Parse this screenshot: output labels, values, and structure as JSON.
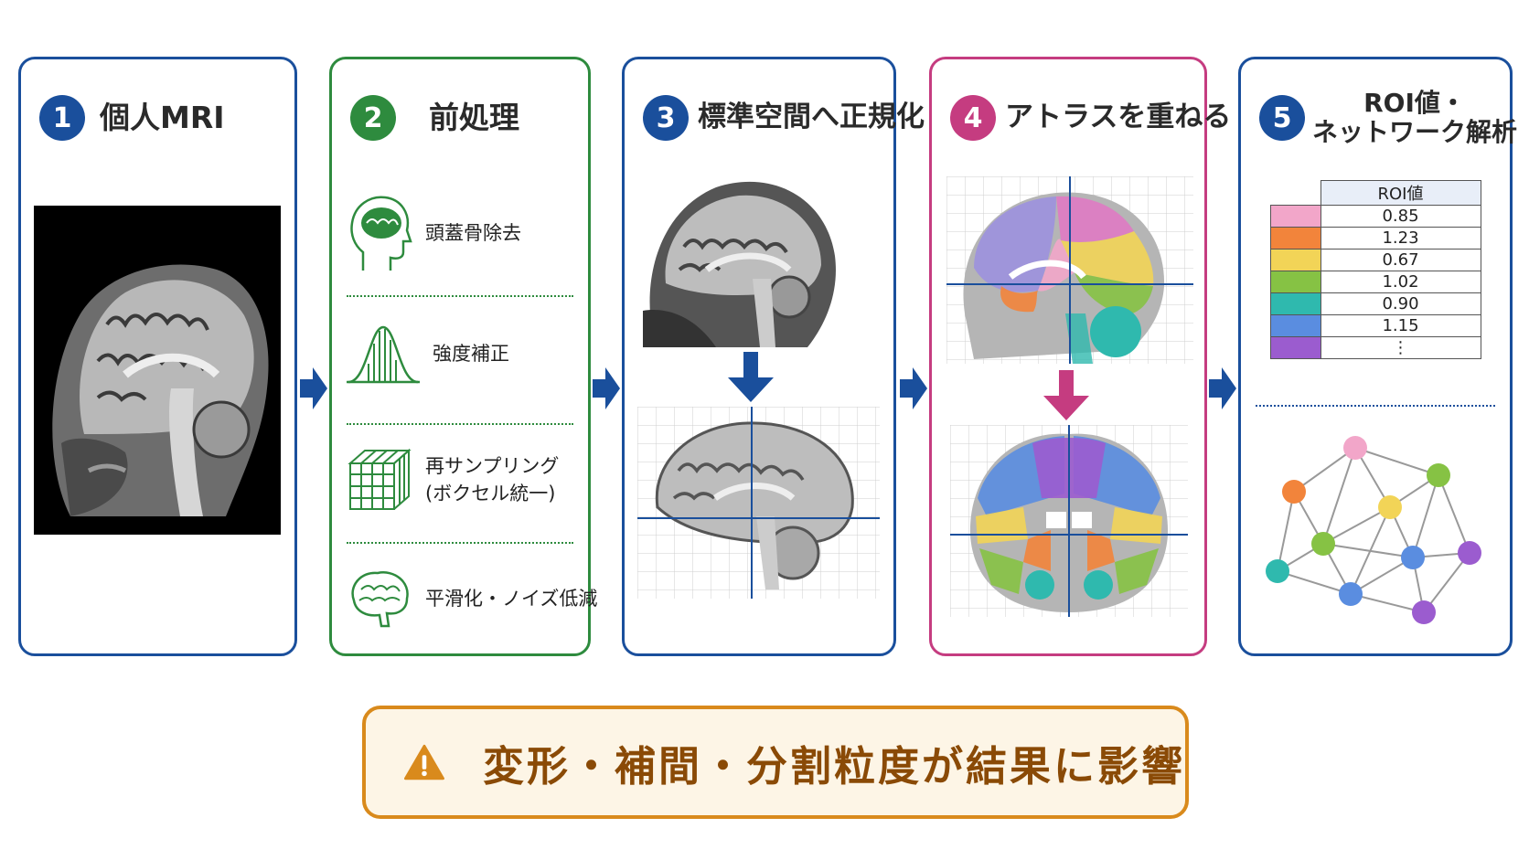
{
  "steps": [
    {
      "num": "1",
      "title": "個人MRI"
    },
    {
      "num": "2",
      "title": "前処理"
    },
    {
      "num": "3",
      "title": "標準空間へ正規化"
    },
    {
      "num": "4",
      "title": "アトラスを重ねる"
    },
    {
      "num": "5",
      "title_line1": "ROI値・",
      "title_line2": "ネットワーク解析"
    }
  ],
  "preprocessing": [
    {
      "label": "頭蓋骨除去",
      "icon": "head-brain-icon"
    },
    {
      "label": "強度補正",
      "icon": "histogram-icon"
    },
    {
      "label_line1": "再サンプリング",
      "label_line2": "(ボクセル統一)",
      "icon": "voxel-cube-icon"
    },
    {
      "label": "平滑化・ノイズ低減",
      "icon": "brain-icon"
    }
  ],
  "roi_table": {
    "header": "ROI値",
    "rows": [
      {
        "color": "#f2a6c9",
        "value": "0.85"
      },
      {
        "color": "#f2843b",
        "value": "1.23"
      },
      {
        "color": "#f2d457",
        "value": "0.67"
      },
      {
        "color": "#86c244",
        "value": "1.02"
      },
      {
        "color": "#2fb9ae",
        "value": "0.90"
      },
      {
        "color": "#5a8de0",
        "value": "1.15"
      },
      {
        "color": "#9b5ccf",
        "value": "⋮"
      }
    ]
  },
  "warning": {
    "text": "変形・補間・分割粒度が結果に影響"
  },
  "colors": {
    "blue": "#1a4f9c",
    "green": "#2e8b3e",
    "pink": "#c53c80",
    "orange": "#d98a1c"
  }
}
